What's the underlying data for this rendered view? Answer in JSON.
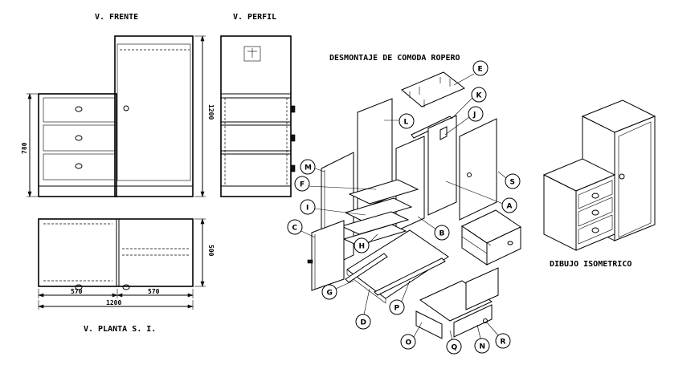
{
  "titles": {
    "front": "V. FRENTE",
    "side": "V. PERFIL",
    "plan": "V. PLANTA S. I.",
    "exploded": "DESMONTAJE DE COMODA ROPERO",
    "iso": "DIBUJO ISOMETRICO"
  },
  "dimensions": {
    "height_total": "1200",
    "height_drawers": "780",
    "depth": "500",
    "width_left": "570",
    "width_right": "570",
    "width_total": "1200"
  },
  "parts": {
    "A": "A",
    "B": "B",
    "C": "C",
    "D": "D",
    "E": "E",
    "F": "F",
    "G": "G",
    "H": "H",
    "I": "I",
    "J": "J",
    "K": "K",
    "L": "L",
    "M": "M",
    "N": "N",
    "O": "O",
    "P": "P",
    "Q": "Q",
    "R": "R",
    "S": "S"
  }
}
